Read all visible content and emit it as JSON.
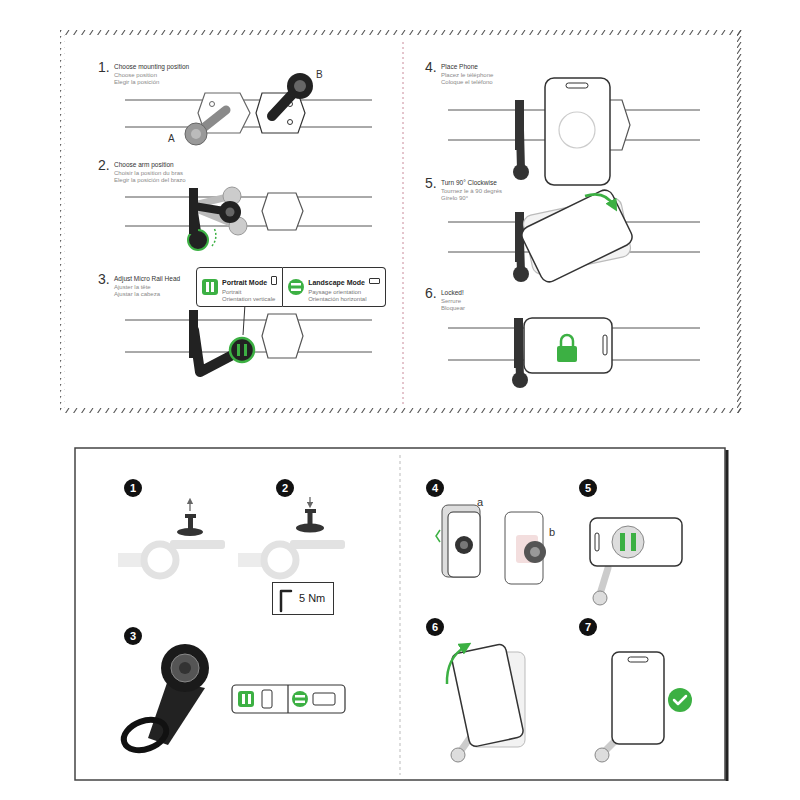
{
  "diagram": {
    "nodes": [
      {
        "text": [
          "Portrait Mode",
          "Portrait",
          "Orientation verticale"
        ]
      },
      {
        "text": [
          "Landscape Mode",
          "Paysage orientation",
          "Orientación horizontal"
        ]
      },
      {
        "text": [
          "1"
        ]
      },
      {
        "text": [
          "2"
        ]
      },
      {
        "text": [
          "5 Nm"
        ]
      },
      {
        "text": [
          "3"
        ]
      },
      {
        "text": [
          "4"
        ]
      },
      {
        "text": [
          "5"
        ]
      },
      {
        "text": [
          "6"
        ]
      },
      {
        "text": [
          "7"
        ]
      }
    ],
    "labels": [
      "1.",
      "Choose mounting position",
      "Choose position",
      "Elegir la posición",
      "A",
      "B",
      "2.",
      "Choose arm position",
      "Choisir la position du bras",
      "Elegir la posición del brazo",
      "3.",
      "Adjust Micro Rail Head",
      "Ajuster la tête",
      "Ajustar la cabeza",
      "4.",
      "Place Phone",
      "Placez le téléphone",
      "Coloque el teléfono",
      "5.",
      "Turn 90° Clockwise",
      "Tournez le à 90 degrés",
      "Gírelo 90°",
      "6.",
      "Locked!",
      "Serrure",
      "Bloquear",
      "a",
      "b"
    ]
  }
}
